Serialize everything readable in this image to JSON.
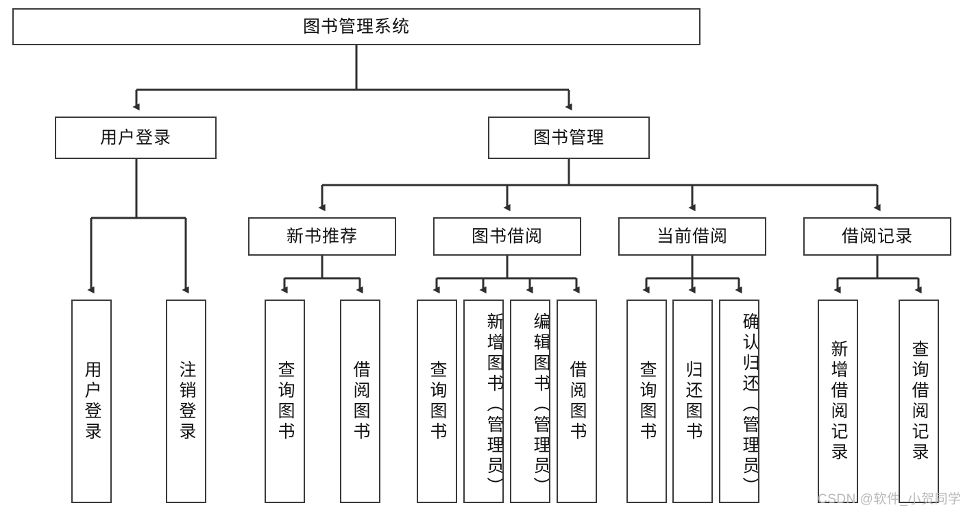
{
  "diagram": {
    "type": "tree-hierarchy-chart",
    "title": "图书管理系统",
    "watermark": "CSDN @软件_小贺同学",
    "colors": {
      "box_border": "#3a3a3a",
      "box_fill": "#ffffff",
      "edge": "#2f2f2f",
      "text": "#111111",
      "watermark": "#b9b9b9",
      "background": "#ffffff"
    },
    "nodes": {
      "root": {
        "label": "图书管理系统"
      },
      "level2": [
        {
          "id": "user-login",
          "label": "用户登录"
        },
        {
          "id": "book-management",
          "label": "图书管理"
        }
      ],
      "level3": [
        {
          "id": "new-book-recommend",
          "label": "新书推荐"
        },
        {
          "id": "book-borrow",
          "label": "图书借阅"
        },
        {
          "id": "current-borrow",
          "label": "当前借阅"
        },
        {
          "id": "borrow-record",
          "label": "借阅记录"
        }
      ],
      "leaves": {
        "user-login": [
          {
            "id": "leaf-user-login",
            "label": "用户登录"
          },
          {
            "id": "leaf-logout-login",
            "label": "注销登录"
          }
        ],
        "new-book-recommend": [
          {
            "id": "leaf-query-book-1",
            "label": "查询图书"
          },
          {
            "id": "leaf-borrow-book-1",
            "label": "借阅图书"
          }
        ],
        "book-borrow": [
          {
            "id": "leaf-query-book-2",
            "label": "查询图书"
          },
          {
            "id": "leaf-add-book-admin",
            "label": "新增图书（管理员）"
          },
          {
            "id": "leaf-edit-book-admin",
            "label": "编辑图书（管理员）"
          },
          {
            "id": "leaf-borrow-book-2",
            "label": "借阅图书"
          }
        ],
        "current-borrow": [
          {
            "id": "leaf-query-book-3",
            "label": "查询图书"
          },
          {
            "id": "leaf-return-book",
            "label": "归还图书"
          },
          {
            "id": "leaf-confirm-return-admin",
            "label": "确认归还（管理员）"
          }
        ],
        "borrow-record": [
          {
            "id": "leaf-add-borrow-record",
            "label": "新增借阅记录"
          },
          {
            "id": "leaf-query-borrow-record",
            "label": "查询借阅记录"
          }
        ]
      }
    }
  }
}
